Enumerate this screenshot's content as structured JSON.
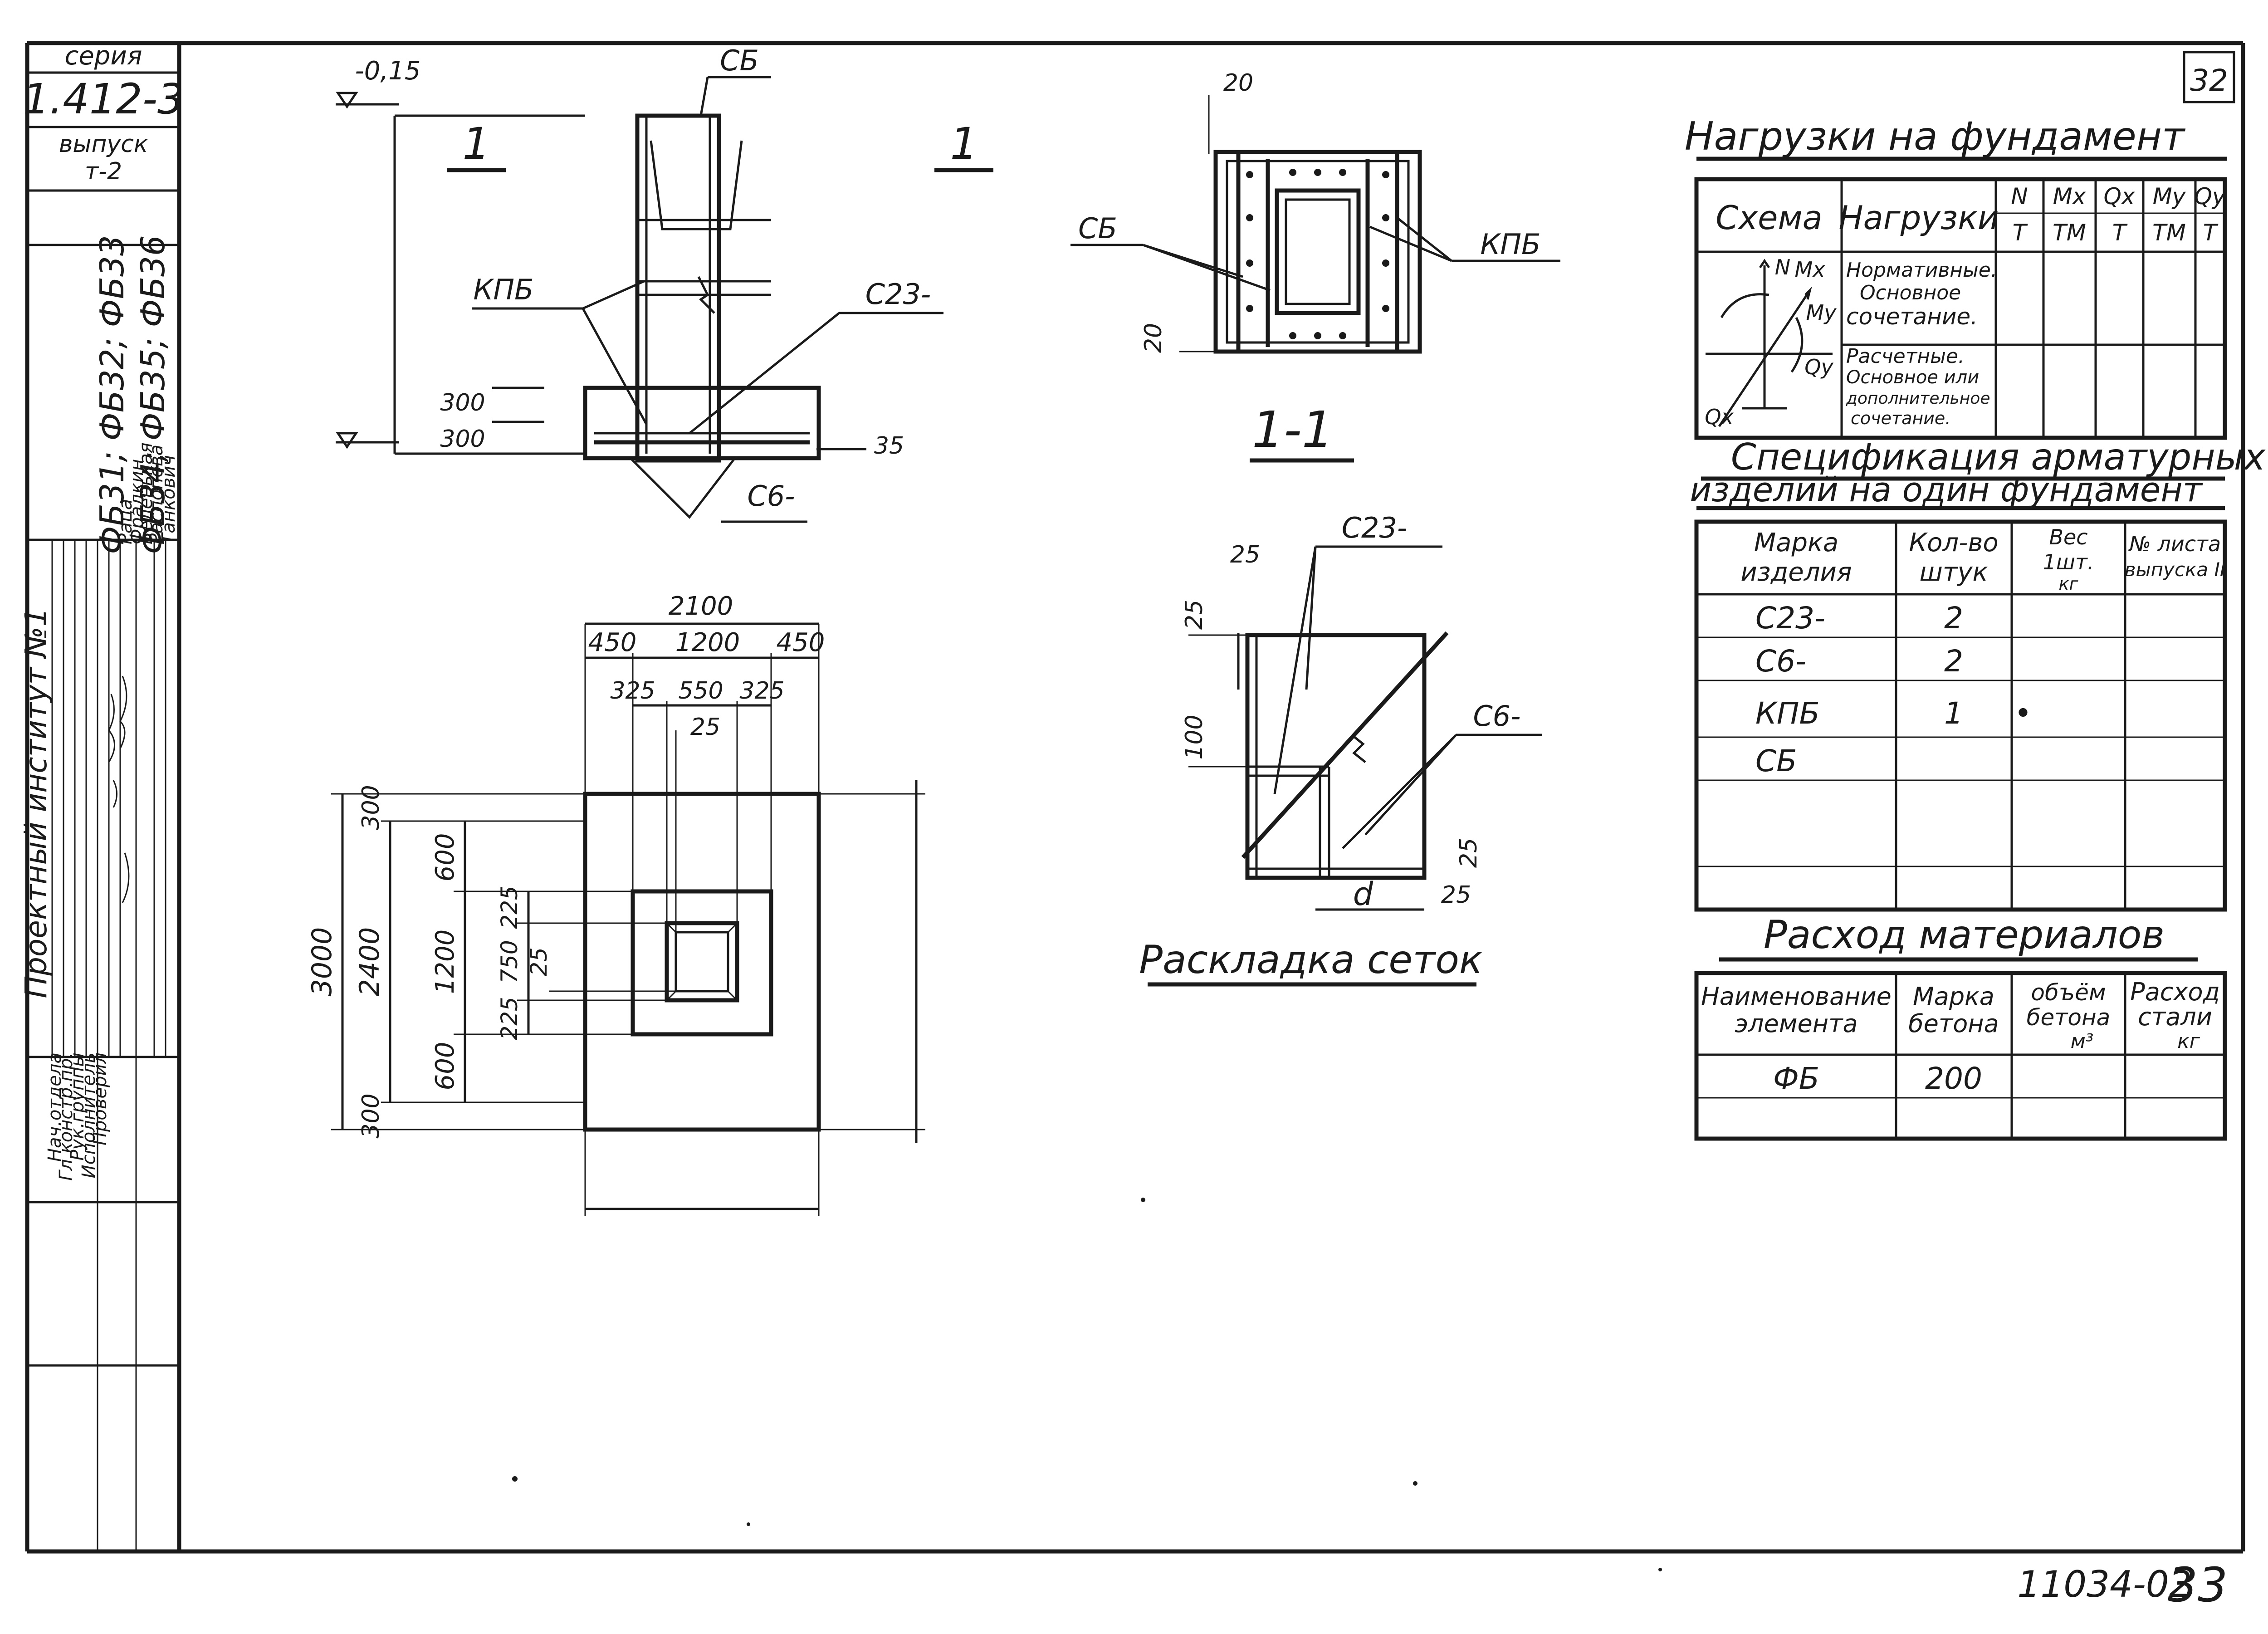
{
  "title_block": {
    "series_label": "серия",
    "series_number": "1.412-3",
    "issue_label": "выпуск",
    "issue_number": "т-2",
    "designations_line1": "ФБ31; ФБ32; ФБ33",
    "designations_line2": "ФБ34; ФБ35; ФБ36",
    "institute": "Проектный институт №1",
    "staff": [
      {
        "role": "Нач.отдела",
        "name": "Раца"
      },
      {
        "role": "Гл.констр.пр.",
        "name": "Фрадкин"
      },
      {
        "role": "Рук.группы",
        "name": "Беленькая"
      },
      {
        "role": "Исполнитель",
        "name": "Распопова"
      },
      {
        "role": "Проверил",
        "name": "Танкович"
      }
    ]
  },
  "sheet_number": "32",
  "footer": {
    "doc_code": "11034-02",
    "page": "33"
  },
  "elevation": {
    "section_mark": "1",
    "labels": {
      "sb": "СБ",
      "kpb": "КПБ",
      "c23": "С23-",
      "c6": "С6-"
    },
    "dims": {
      "top_level": "-0,15",
      "d300a": "300",
      "d300b": "300",
      "d35": "35"
    }
  },
  "plan": {
    "dims_top": {
      "total": "2100",
      "left": "450",
      "mid": "1200",
      "right": "450",
      "a": "325",
      "b": "550",
      "c": "325",
      "small": "25"
    },
    "dims_left": {
      "total": "3000",
      "inner": "2400",
      "top": "300",
      "bottom": "300",
      "a": "600",
      "b": "1200",
      "c": "600",
      "e": "225",
      "f": "750",
      "g": "225",
      "h": "25"
    }
  },
  "section_1_1": {
    "title": "1-1",
    "labels": {
      "sb": "СБ",
      "kpb": "КПБ"
    },
    "dims": {
      "top": "20",
      "left": "20"
    }
  },
  "mesh_layout": {
    "title": "Раскладка сеток",
    "labels": {
      "c23": "С23-",
      "c6": "С6-",
      "d": "d"
    },
    "dims": {
      "top_left": "25",
      "left_top": "25",
      "left_mid": "100",
      "right_bottom": "25",
      "bottom_right": "25"
    }
  },
  "loads": {
    "title": "Нагрузки на фундамент",
    "headers": [
      "Схема",
      "Нагрузки"
    ],
    "columns": [
      {
        "name": "N",
        "unit": "Т"
      },
      {
        "name": "Mx",
        "unit": "ТМ"
      },
      {
        "name": "Qx",
        "unit": "Т"
      },
      {
        "name": "My",
        "unit": "ТМ"
      },
      {
        "name": "Qy",
        "unit": "Т"
      }
    ],
    "rows": [
      [
        "Нормативные.",
        "Основное",
        "сочетание."
      ],
      [
        "Расчетные.",
        "Основное или",
        "дополнительное",
        "сочетание."
      ]
    ],
    "schema_labels": {
      "n": "N",
      "mx": "Mx",
      "my": "My",
      "qy": "Qy",
      "qx": "Qx"
    }
  },
  "specification": {
    "title_line1": "Спецификация арматурных",
    "title_line2": "изделий на один фундамент",
    "headers": [
      [
        "Марка",
        "изделия"
      ],
      [
        "Кол-во",
        "штук"
      ],
      [
        "Вес",
        "1шт.",
        "кг"
      ],
      [
        "№ листа",
        "выпуска II"
      ]
    ],
    "rows": [
      {
        "mark": "С23-",
        "qty": "2",
        "weight": "",
        "sheet": ""
      },
      {
        "mark": "С6-",
        "qty": "2",
        "weight": "",
        "sheet": ""
      },
      {
        "mark": "КПБ",
        "qty": "1",
        "weight": "•",
        "sheet": ""
      },
      {
        "mark": "СБ",
        "qty": "",
        "weight": "",
        "sheet": ""
      },
      {
        "mark": "",
        "qty": "",
        "weight": "",
        "sheet": ""
      },
      {
        "mark": "",
        "qty": "",
        "weight": "",
        "sheet": ""
      }
    ]
  },
  "materials": {
    "title": "Расход материалов",
    "headers": [
      [
        "Наименование",
        "элемента"
      ],
      [
        "Марка",
        "бетона"
      ],
      [
        "объём",
        "бетона",
        "м³"
      ],
      [
        "Расход",
        "стали",
        "кг"
      ]
    ],
    "rows": [
      {
        "name": "ФБ",
        "grade": "200",
        "volume": "",
        "steel": ""
      },
      {
        "name": "",
        "grade": "",
        "volume": "",
        "steel": ""
      }
    ]
  }
}
